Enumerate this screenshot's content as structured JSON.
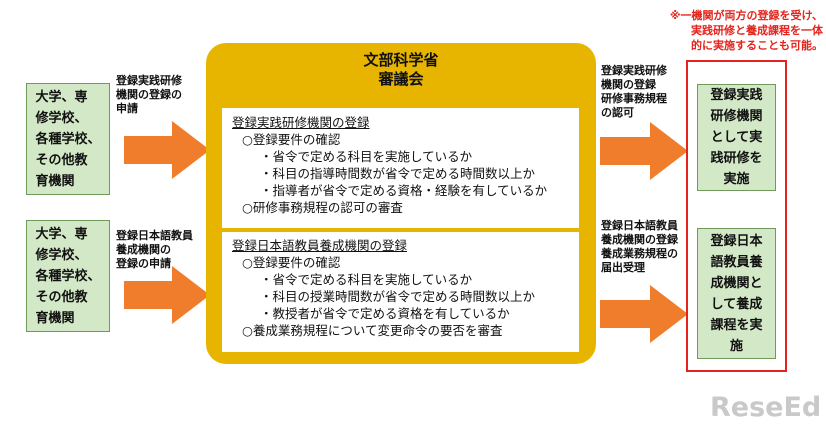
{
  "left_boxes": [
    {
      "lines": [
        "大学、専",
        "修学校、",
        "各種学校、",
        "その他教",
        "育機関"
      ]
    },
    {
      "lines": [
        "大学、専",
        "修学校、",
        "各種学校、",
        "その他教",
        "育機関"
      ]
    }
  ],
  "left_labels": [
    {
      "lines": [
        "登録実践研修",
        "機関の登録の",
        "申請"
      ]
    },
    {
      "lines": [
        "登録日本語教員",
        "養成機関の",
        "登録の申請"
      ]
    }
  ],
  "council": {
    "title_lines": [
      "文部科学省",
      "審議会"
    ]
  },
  "panels": [
    {
      "heading": "登録実践研修機関の登録",
      "items": [
        {
          "level": 1,
          "text": "○登録要件の確認"
        },
        {
          "level": 2,
          "text": "・省令で定める科目を実施しているか"
        },
        {
          "level": 2,
          "text": "・科目の指導時間数が省令で定める時間数以上か"
        },
        {
          "level": 2,
          "text": "・指導者が省令で定める資格・経験を有しているか"
        },
        {
          "level": 1,
          "text": "○研修事務規程の認可の審査"
        }
      ]
    },
    {
      "heading": "登録日本語教員養成機関の登録",
      "items": [
        {
          "level": 1,
          "text": "○登録要件の確認"
        },
        {
          "level": 2,
          "text": "・省令で定める科目を実施しているか"
        },
        {
          "level": 2,
          "text": "・科目の授業時間数が省令で定める時間数以上か"
        },
        {
          "level": 2,
          "text": "・教授者が省令で定める資格を有しているか"
        },
        {
          "level": 1,
          "text": "○養成業務規程について変更命令の要否を審査"
        }
      ]
    }
  ],
  "right_labels": [
    {
      "lines": [
        "登録実践研修",
        "機関の登録",
        "研修事務規程",
        "の認可"
      ]
    },
    {
      "lines": [
        "登録日本語教員",
        "養成機関の登録",
        "養成業務規程の",
        "届出受理"
      ]
    }
  ],
  "right_boxes": [
    {
      "lines": [
        "登録実践",
        "研修機関",
        "として実",
        "践研修を",
        "実施"
      ]
    },
    {
      "lines": [
        "登録日本",
        "語教員養",
        "成機関と",
        "して養成",
        "課程を実",
        "施"
      ]
    }
  ],
  "note": {
    "lines": [
      "※一機関が両方の登録を受け、",
      "実践研修と養成課程を一体",
      "的に実施することも可能。"
    ],
    "color": "#e4231c"
  },
  "colors": {
    "green_box": "#d3e8c6",
    "arrow": "#f07d2b",
    "council": "#e7b500",
    "red": "#e4231c"
  },
  "logo": {
    "text": "ReseEd"
  }
}
